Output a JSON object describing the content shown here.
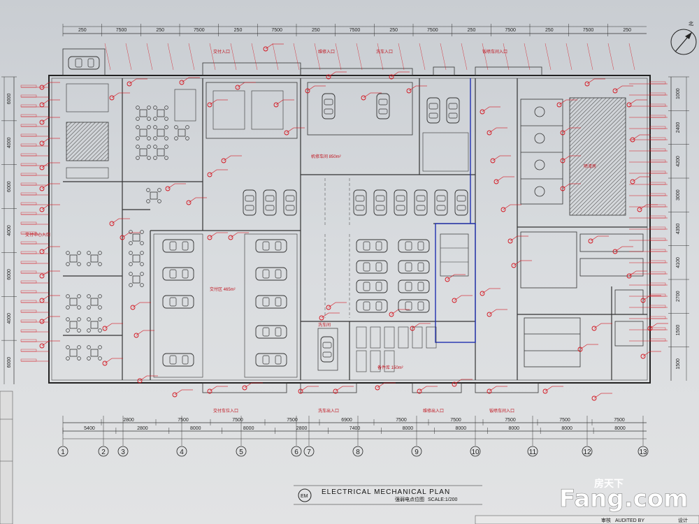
{
  "drawing": {
    "title": "ELECTRICAL MECHANICAL PLAN",
    "subtitle_cn": "强弱电点位图",
    "scale": "SCALE:1/200",
    "symbol": "EM",
    "north": "北"
  },
  "top_dimensions": [
    "250",
    "7500",
    "250",
    "7500",
    "250",
    "7500",
    "250",
    "7500",
    "250",
    "7500",
    "250",
    "7500",
    "250",
    "7500",
    "250"
  ],
  "bottom_dimensions_row1": [
    "2800",
    "7500",
    "7500",
    "7500",
    "6900",
    "7500",
    "7500",
    "7500",
    "7500",
    "7500"
  ],
  "bottom_dimensions_row2": [
    "5400",
    "2800",
    "8000",
    "8000",
    "2800",
    "7400",
    "8000",
    "8000",
    "8000",
    "8000",
    "8000"
  ],
  "grid_bubbles": [
    "1",
    "2",
    "3",
    "4",
    "5",
    "6",
    "7",
    "8",
    "9",
    "10",
    "11",
    "12",
    "13"
  ],
  "left_dimensions": [
    "6000",
    "4000",
    "6000",
    "4000",
    "6000",
    "4000",
    "6000"
  ],
  "right_dimensions": [
    "1000",
    "2400",
    "4200",
    "3000",
    "4350",
    "4100",
    "2700",
    "1500",
    "1500"
  ],
  "room_labels": {
    "left_entrance": "交付中心入口",
    "top_entrance_1": "交付入口",
    "top_entrance_2": "维修入口",
    "top_entrance_3": "洗车入口",
    "top_entrance_4": "钣喷车间入口",
    "bottom_entrance_1": "交付车位入口",
    "bottom_entrance_2": "洗车出入口",
    "bottom_entrance_3": "维修出入口",
    "bottom_entrance_4": "钣喷车间入口",
    "delivery_area": "交付区 465m²",
    "workshop": "机修车间 850m²",
    "paint_room": "喷漆房",
    "car_wash": "洗车间",
    "parts_store": "备件库 150m²"
  },
  "title_block": {
    "audit": "审核",
    "audited_by": "AUDITED BY",
    "designer": "设计"
  },
  "watermark": {
    "brand": "Fang.com",
    "cn": "房天下"
  }
}
